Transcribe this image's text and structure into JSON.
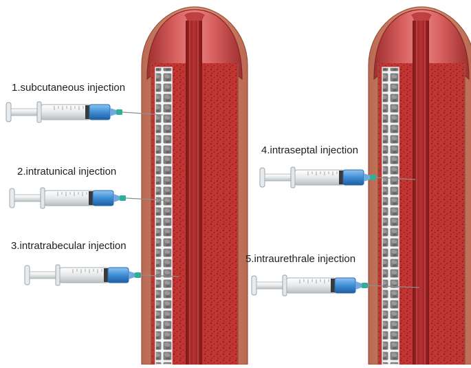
{
  "labels": [
    "1.subcutaneous injection",
    "2.intratunical injection",
    "3.intratrabecular injection",
    "4.intraseptal injection",
    "5.intraurethrale injection"
  ],
  "colors": {
    "outer_skin": "#cf8166",
    "outer_skin_dark": "#a85a44",
    "tissue_body": "#c13532",
    "tissue_dots": "#8e1c1e",
    "glans": "#b53b3b",
    "glans_light": "#e07372",
    "septum": "#8f1e1f",
    "trabecular_white": "#f2f2f2",
    "trabecular_cell": "#7e7e7e",
    "urethra": "#c64140",
    "syringe_barrel": "#f1f3f4",
    "syringe_blue": "#3f8ed6",
    "syringe_hub": "#2fae98",
    "needle": "#8e8e8e",
    "label_text": "#1e1e1e"
  },
  "icons": [
    "syringe-icon",
    "penile-cross-section-illustration"
  ]
}
